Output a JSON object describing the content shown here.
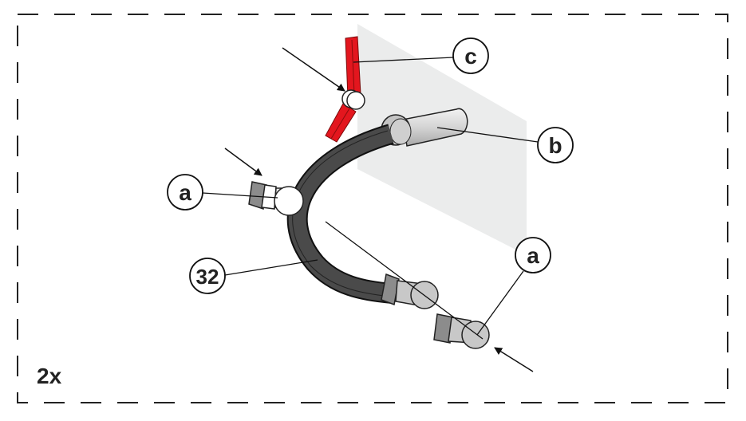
{
  "callouts": {
    "c": "c",
    "b": "b",
    "a_left": "a",
    "a_right": "a",
    "part_number": "32"
  },
  "quantity": "2x",
  "colors": {
    "hose": "#4a4a4a",
    "clamp_red": "#e3161e",
    "panel": "#ebecec",
    "fitting": "#c8c8c8"
  }
}
